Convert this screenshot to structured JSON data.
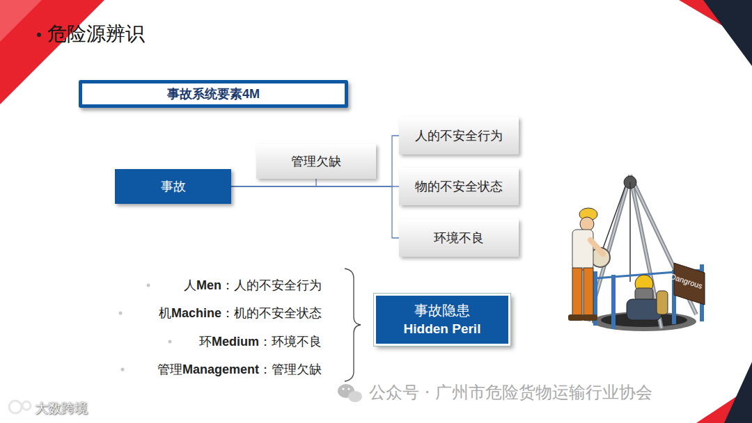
{
  "diagram": {
    "title": "危险源辨识",
    "nodes": [
      {
        "text": [
          "事故系统要素4M"
        ]
      },
      {
        "text": [
          "事故"
        ]
      },
      {
        "text": [
          "管理欠缺"
        ]
      },
      {
        "text": [
          "人的不安全行为"
        ]
      },
      {
        "text": [
          "物的不安全状态"
        ]
      },
      {
        "text": [
          "环境不良"
        ]
      },
      {
        "text": [
          "事故隐患",
          "Hidden Peril"
        ]
      }
    ],
    "edges": [
      {
        "from": 1,
        "to": 2,
        "arrow": "none"
      },
      {
        "from": 1,
        "to": 3,
        "arrow": "none"
      },
      {
        "from": 1,
        "to": 4,
        "arrow": "none"
      },
      {
        "from": 1,
        "to": 5,
        "arrow": "none"
      }
    ],
    "labels": [
      "人",
      "Men",
      "：人的不安全行为",
      "机",
      "Machine",
      "：机的不安全状态",
      "环",
      "Medium",
      "：环境不良",
      "管理",
      "Management",
      "：管理欠缺",
      "Dangrous",
      "公众号 · 广州市危险货物运输行业协会",
      "大数跨境"
    ]
  }
}
